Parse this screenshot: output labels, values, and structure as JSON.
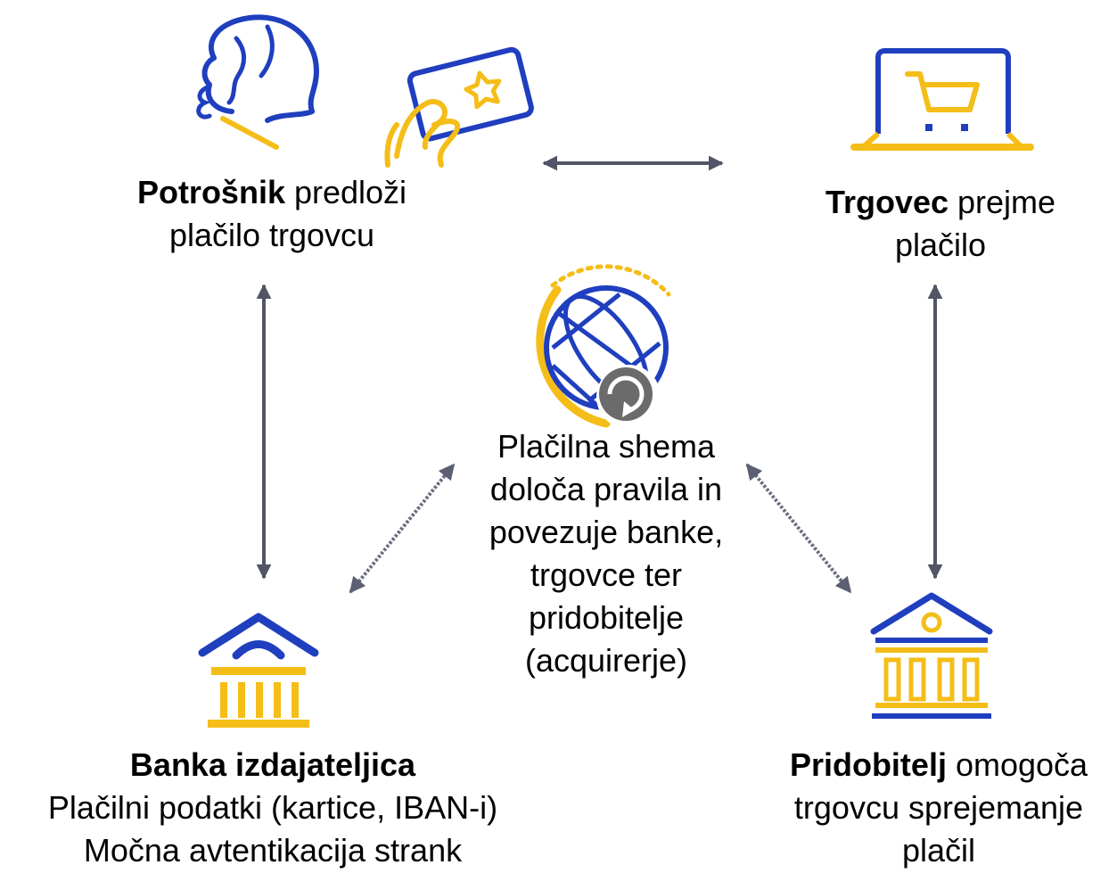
{
  "colors": {
    "blue": "#1f3fbf",
    "yellow": "#f5bd18",
    "arrow": "#525566",
    "dotted_arrow": "#6a6d80",
    "grey": "#6b6b6b"
  },
  "nodes": {
    "consumer": {
      "icon": "consumer-with-card-icon",
      "title": "Potrošnik",
      "line1_rest": " predloži",
      "line2": "plačilo trgovcu"
    },
    "merchant": {
      "icon": "laptop-shopping-cart-icon",
      "title": "Trgovec",
      "line1_rest": " prejme",
      "line2": "plačilo"
    },
    "scheme": {
      "icon": "globe-network-icon",
      "lines": [
        "Plačilna shema",
        "določa pravila in",
        "povezuje banke,",
        "trgovce ter",
        "pridobitelje",
        "(acquirerje)"
      ]
    },
    "issuer": {
      "icon": "bank-building-icon",
      "title": "Banka izdajateljica",
      "line2": "Plačilni podatki (kartice, IBAN-i)",
      "line3": "Močna avtentikacija strank"
    },
    "acquirer": {
      "icon": "bank-building-coin-icon",
      "title": "Pridobitelj",
      "line1_rest": " omogoča",
      "line2": "trgovcu sprejemanje",
      "line3": "plačil"
    }
  }
}
